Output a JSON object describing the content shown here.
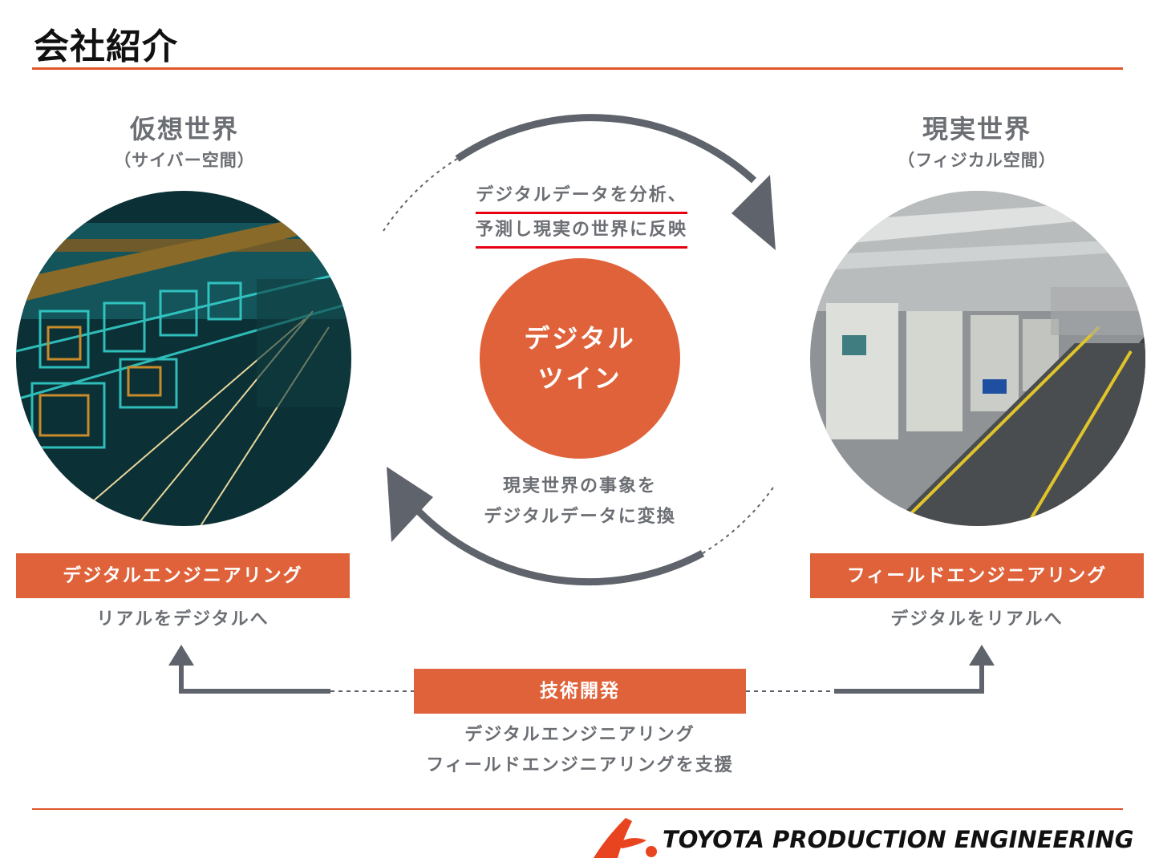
{
  "header": {
    "title": "会社紹介"
  },
  "virtual": {
    "title": "仮想世界",
    "subtitle": "（サイバー空間）",
    "box_label": "デジタルエンジニアリング",
    "caption": "リアルをデジタルへ"
  },
  "real": {
    "title": "現実世界",
    "subtitle": "（フィジカル空間）",
    "box_label": "フィールドエンジニアリング",
    "caption": "デジタルをリアルへ"
  },
  "center": {
    "top_line1": "デジタルデータを分析、",
    "top_line2": "予測し現実の世界に反映",
    "twin_line1": "デジタル",
    "twin_line2": "ツイン",
    "bottom_line1": "現実世界の事象を",
    "bottom_line2": "デジタルデータに変換"
  },
  "tech": {
    "box_label": "技術開発",
    "caption_line1": "デジタルエンジニアリング",
    "caption_line2": "フィールドエンジニアリングを支援"
  },
  "footer": {
    "brand": "TOYOTA PRODUCTION ENGINEERING"
  },
  "colors": {
    "accent": "#e0623a",
    "rule": "#e0562a",
    "underline": "#e60012",
    "arrow": "#5f636b",
    "text": "#6b6e73"
  }
}
